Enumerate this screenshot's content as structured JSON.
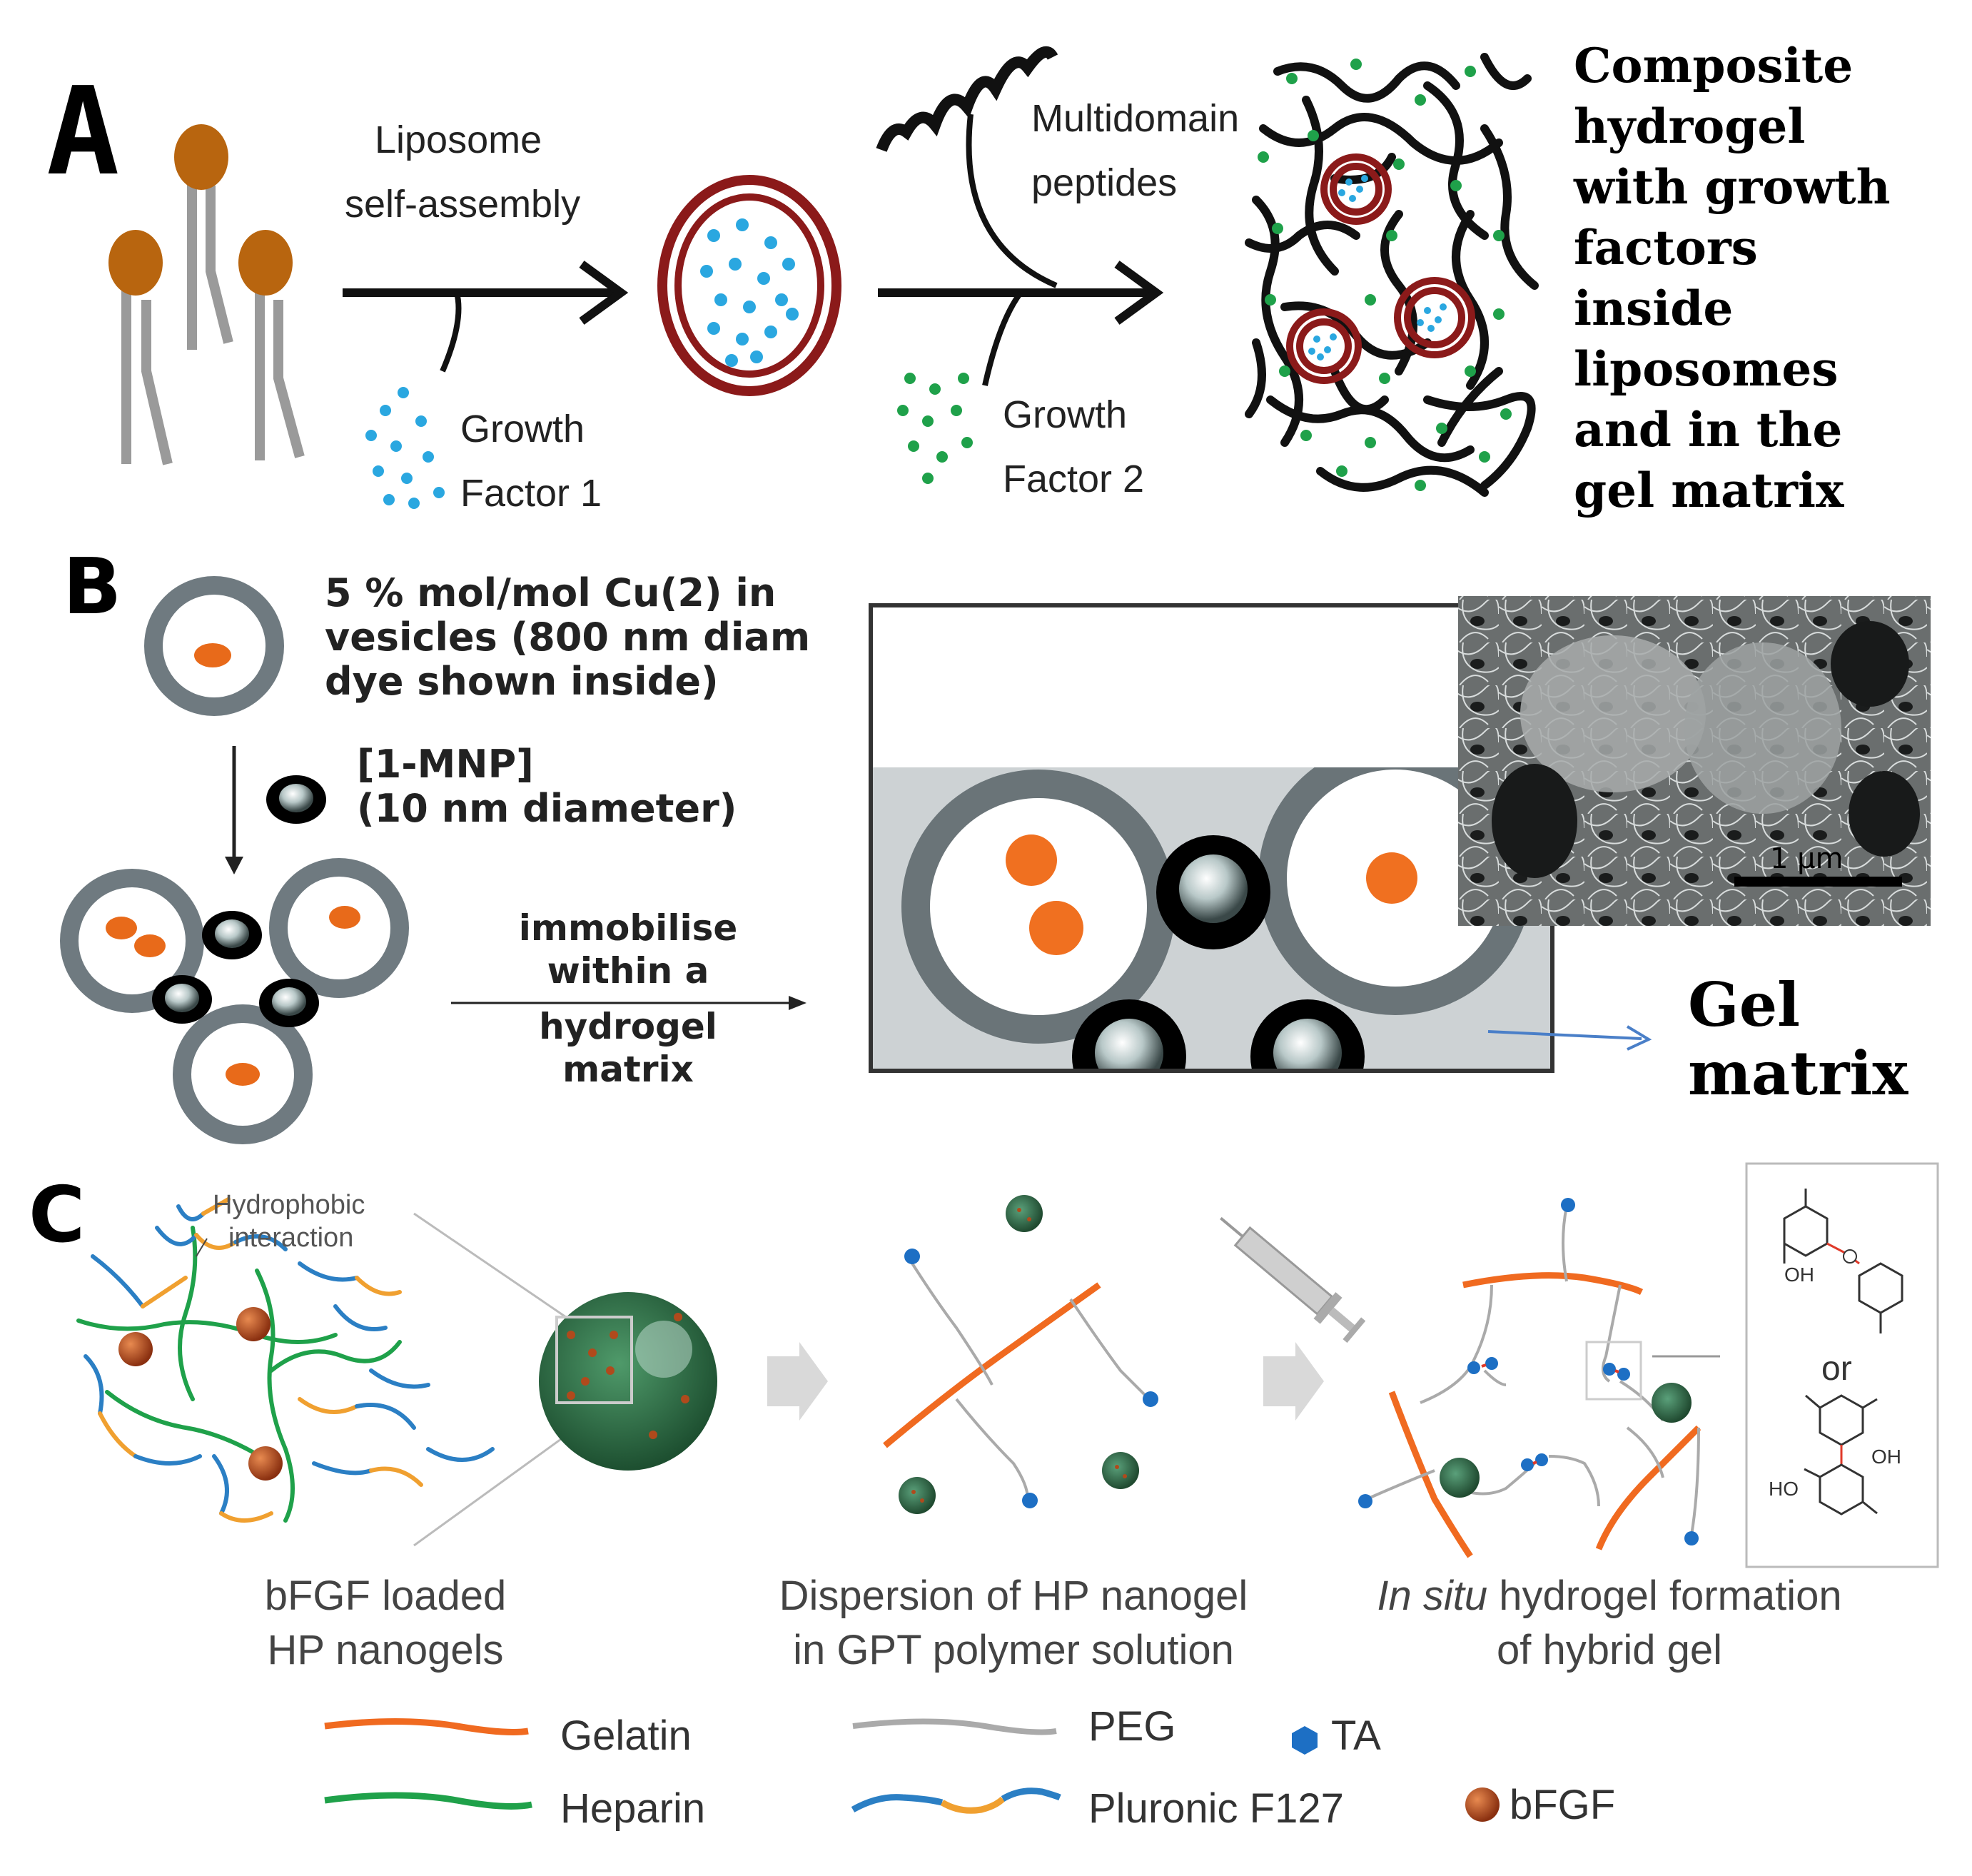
{
  "panels": {
    "A": {
      "letter": "A",
      "label_liposome_1": "Liposome",
      "label_liposome_2": "self-assembly",
      "label_gf1_1": "Growth",
      "label_gf1_2": "Factor 1",
      "label_multi_1": "Multidomain",
      "label_multi_2": "peptides",
      "label_gf2_1": "Growth",
      "label_gf2_2": "Factor 2",
      "caption_lines": [
        "Composite",
        "hydrogel",
        "with growth",
        "factors",
        "inside",
        "liposomes",
        "and in the",
        "gel matrix"
      ]
    },
    "B": {
      "letter": "B",
      "vesicle_line1_pre": "5 % mol/mol Cu(",
      "vesicle_line1_bold": "2",
      "vesicle_line1_post": ") in",
      "vesicle_line2": "vesicles (800 nm diam",
      "vesicle_line3": "dye shown inside)",
      "mnp_line1_pre": "[",
      "mnp_line1_bold": "1",
      "mnp_line1_post": "-MNP]",
      "mnp_line2": "(10 nm diameter)",
      "arrow_text": [
        "immobilise",
        "within a",
        "hydrogel",
        "matrix"
      ],
      "scale_bar": "1 μm",
      "gel_label_1": "Gel",
      "gel_label_2": "matrix"
    },
    "C": {
      "letter": "C",
      "hydrophobic_1": "Hydrophobic",
      "hydrophobic_2": "interaction",
      "cap1_1": "bFGF loaded",
      "cap1_2": "HP nanogels",
      "cap2_1": "Dispersion of HP nanogel",
      "cap2_2": "in GPT polymer solution",
      "cap3_italic": "In situ",
      "cap3_rest": " hydrogel formation",
      "cap3_2": "of hybrid gel",
      "chem_oh_1": "OH",
      "chem_or": "or",
      "chem_oh_2": "OH",
      "chem_ho": "HO",
      "legend": {
        "gelatin": "Gelatin",
        "heparin": "Heparin",
        "peg": "PEG",
        "pluronic": "Pluronic F127",
        "ta": "TA",
        "bfgf": "bFGF"
      }
    }
  },
  "colors": {
    "lipid_head": "#b8650f",
    "liposome_ring": "#8b1a1a",
    "gf1": "#2aa7e0",
    "gf2": "#1fa14a",
    "dye": "#f07020",
    "vesicle_ring": "#6f7a80",
    "gelatin": "#f06a20",
    "heparin": "#1fa14a",
    "peg": "#a8a8a8",
    "pluronic_blue": "#2b7fc4",
    "pluronic_orange": "#f0a030",
    "ta": "#1d6fc4",
    "bfgf": "#b04a1c",
    "arrow_blue": "#4a7fc8"
  },
  "icons": [
    "lipid-icon",
    "liposome-icon",
    "syringe-icon",
    "nanogel-icon",
    "mnp-icon",
    "sem-image",
    "chemical-structure-icon",
    "chevron-right-icon"
  ]
}
